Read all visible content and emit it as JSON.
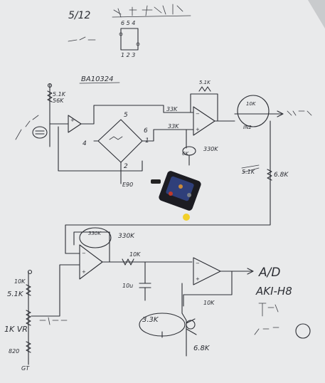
{
  "paper": {
    "background_color": "#d6d8da",
    "paper_color": "#e9eaeb",
    "ink_color": "#2c2e34"
  },
  "header": {
    "date": "5/12",
    "part_number": "BA10324"
  },
  "pin_diagram": {
    "top_pins": "6 5 4",
    "bottom_pins": "1 2 3"
  },
  "bridge": {
    "node_top": "5",
    "node_left": "4",
    "node_right": "1",
    "node_bottom": "2",
    "node_output": "6",
    "supply": "E90"
  },
  "left_divider": {
    "r_top": "5.1K",
    "r_top_alt": "56K"
  },
  "amp1": {
    "feedback_r": "5.1K",
    "r_in_top": "33K",
    "r_in_bottom": "33K",
    "r_ground": "330K",
    "pot": "6K"
  },
  "output_stage": {
    "r_series": "10K",
    "label": "IN2",
    "r_load": "6.8K",
    "r_load_alt": "5.1K"
  },
  "lower_amp": {
    "feedback_r": "330K",
    "r_series": "10K",
    "cap": "10u",
    "r_feedback2": "10K"
  },
  "lower_left": {
    "r1": "10K",
    "r2": "5.1K",
    "vr": "1K VR",
    "r3": "820",
    "ground": "GT"
  },
  "transistor_block": {
    "r_base": "3.3K",
    "r_emitter": "6.8K"
  },
  "output_notes": {
    "line1": "A/D",
    "line2": "AKI-H8"
  },
  "module_photo": {
    "led_color": "#f2d02a",
    "board_color": "#2f3f7a"
  }
}
